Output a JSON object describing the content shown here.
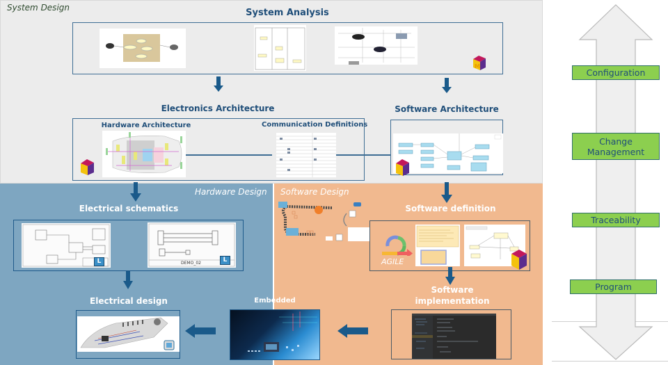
{
  "zones": {
    "system_design": {
      "label": "System Design",
      "color": "#ececec"
    },
    "hardware_design": {
      "label": "Hardware Design",
      "color": "#7ea6c1"
    },
    "software_design": {
      "label": "Software Design",
      "color": "#f1b98f"
    }
  },
  "system_analysis": {
    "title": "System Analysis",
    "thumbnails": [
      "use-case-diagram",
      "activity-diagram",
      "system-block-diagram"
    ],
    "logo": "SysML"
  },
  "electronics_architecture": {
    "title": "Electronics Architecture",
    "hardware_architecture": {
      "title": "Hardware Architecture",
      "logo": "SysML"
    },
    "communication_definitions": {
      "title": "Communication Definitions"
    }
  },
  "software_architecture": {
    "title": "Software Architecture",
    "logo": "SysML"
  },
  "electrical_schematics": {
    "title": "Electrical schematics",
    "thumbnails": [
      {
        "name": "schematic-1",
        "logo": "L"
      },
      {
        "name": "schematic-2",
        "caption": "DEMO_02",
        "logo": "L"
      }
    ]
  },
  "electrical_design": {
    "title": "Electrical design"
  },
  "embedded": {
    "title": "Embedded"
  },
  "software_definition": {
    "title": "Software definition",
    "agile_label": "AGILE",
    "logo": "UML"
  },
  "software_implementation": {
    "title_line1": "Software",
    "title_line2": "implementation"
  },
  "lifecycle": {
    "tags": [
      "Configuration",
      "Change Management",
      "Traceability",
      "Program"
    ],
    "tag_color": "#8ccf4f",
    "arrow_color": "#efefef"
  },
  "colors": {
    "title_dark": "#1f4e79",
    "arrow": "#1a5a8a"
  }
}
